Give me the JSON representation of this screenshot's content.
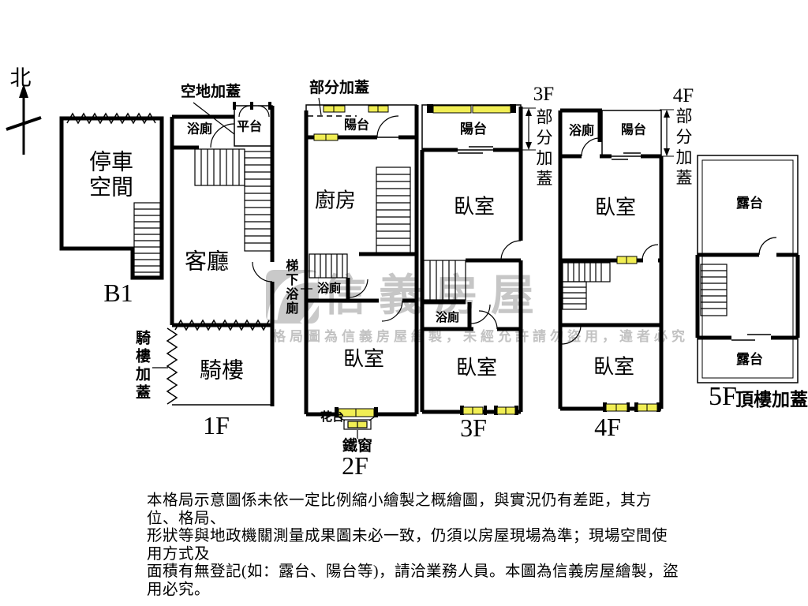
{
  "compass": {
    "north_label": "北"
  },
  "floors": {
    "b1": {
      "name": "B1",
      "parking_line1": "停車",
      "parking_line2": "空間"
    },
    "f1": {
      "name": "1F",
      "vacant_addition": "空地加蓋",
      "bath": "浴廁",
      "platform": "平台",
      "living_room": "客廳",
      "arcade": "騎樓",
      "arcade_addition": "騎樓加蓋"
    },
    "f2": {
      "name": "2F",
      "partial_addition": "部分加蓋",
      "balcony": "陽台",
      "kitchen": "廚房",
      "under_stair_bath": "梯下浴廁",
      "bath": "浴廁",
      "bedroom": "臥室",
      "flower_bed": "花台",
      "iron_window": "鐵窗"
    },
    "f3": {
      "name": "3F",
      "balcony": "陽台",
      "bedroom_front": "臥室",
      "bath": "浴廁",
      "bedroom_rear": "臥室",
      "partial_addition_floor": "3F",
      "partial_addition": "部分加蓋"
    },
    "f4": {
      "name": "4F",
      "bath": "浴廁",
      "balcony": "陽台",
      "bedroom_front": "臥室",
      "bedroom_rear": "臥室",
      "partial_addition_floor": "4F",
      "partial_addition": "部分加蓋"
    },
    "f5": {
      "name": "5F",
      "rooftop_addition": "頂樓加蓋",
      "terrace_front": "露台",
      "terrace_rear": "露台"
    }
  },
  "watermark": {
    "brand": "信義房屋",
    "notice": "格局圖為信義房屋繪製，未經允許請勿盜用，違者必究"
  },
  "disclaimer": {
    "line1": "本格局示意圖係未依一定比例縮小繪製之概繪圖，與實況仍有差距，其方位、格局、",
    "line2": "形狀等與地政機關測量成果圖未必一致，仍須以房屋現場為準；現場空間使用方式及",
    "line3": "面積有無登記(如：露台、陽台等)，請洽業務人員。本圖為信義房屋繪製，盜用必究。"
  },
  "colors": {
    "window_yellow": "#f1ee54",
    "watermark_gray": "#c6c6c6",
    "wall_black": "#000000"
  }
}
